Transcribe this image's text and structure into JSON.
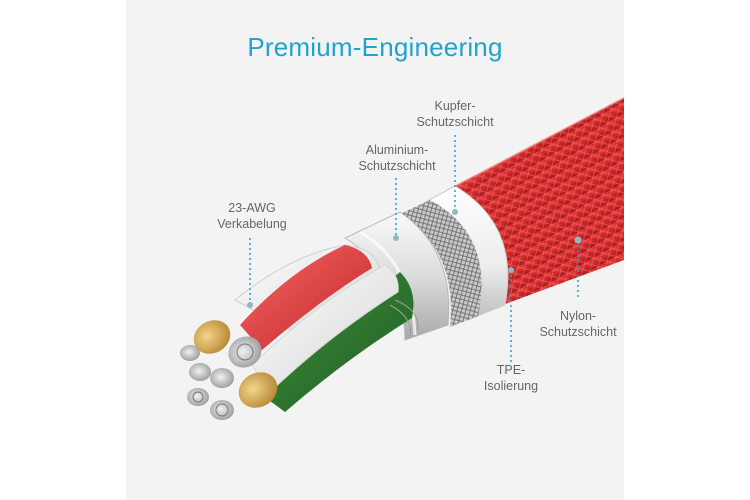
{
  "title": "Premium-Engineering",
  "callouts": {
    "wire": {
      "line1": "23-AWG",
      "line2": "Verkabelung"
    },
    "aluminium": {
      "line1": "Aluminium-",
      "line2": "Schutzschicht"
    },
    "copper": {
      "line1": "Kupfer-",
      "line2": "Schutzschicht"
    },
    "nylon": {
      "line1": "Nylon-",
      "line2": "Schutzschicht"
    },
    "tpe": {
      "line1": "TPE-",
      "line2": "Isolierung"
    }
  },
  "colors": {
    "title": "#22a3cf",
    "callout_line": "#22a3cf",
    "braid": "#d9262b",
    "panel": "#f3f3f3"
  }
}
